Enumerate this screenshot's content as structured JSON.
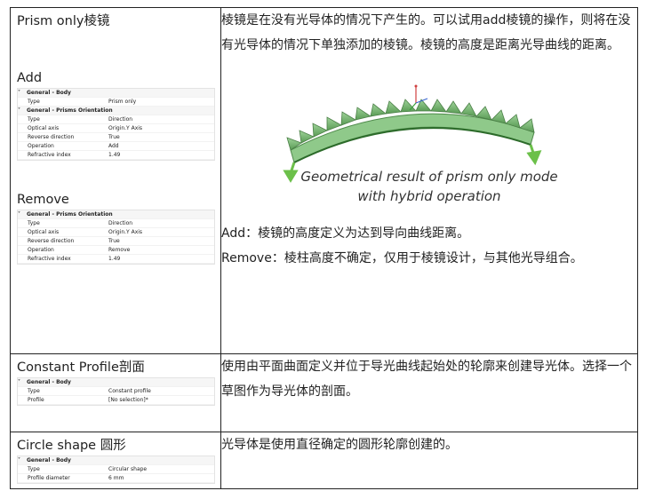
{
  "rows": [
    {
      "left_title": "Prism only棱镜",
      "right_paragraphs": [
        "棱镜是在没有光导体的情况下产生的。可以试用add棱镜的操作，则将在没有光导体的情况下单独添加的棱镜。棱镜的高度是距离光导曲线的距离。"
      ],
      "figure_caption_line1": "Geometrical result of prism only mode",
      "figure_caption_line2": "with hybrid operation",
      "right_after": [
        "Add：棱镜的高度定义为达到导向曲线距离。",
        "Remove：棱柱高度不确定，仅用于棱镜设计，与其他光导组合。"
      ],
      "sections": [
        {
          "label": "Add",
          "props": [
            {
              "group": "General - Body"
            },
            {
              "k": "Type",
              "v": "Prism only"
            },
            {
              "group": "General - Prisms Orientation"
            },
            {
              "k": "Type",
              "v": "Direction"
            },
            {
              "k": "Optical axis",
              "v": "Origin.Y Axis"
            },
            {
              "k": "Reverse direction",
              "v": "True"
            },
            {
              "k": "Operation",
              "v": "Add"
            },
            {
              "k": "Refractive index",
              "v": "1.49"
            }
          ]
        },
        {
          "label": "Remove",
          "props": [
            {
              "group": "General - Prisms Orientation"
            },
            {
              "k": "Type",
              "v": "Direction"
            },
            {
              "k": "Optical axis",
              "v": "Origin.Y Axis"
            },
            {
              "k": "Reverse direction",
              "v": "True"
            },
            {
              "k": "Operation",
              "v": "Remove"
            },
            {
              "k": "Refractive index",
              "v": "1.49"
            }
          ]
        }
      ]
    },
    {
      "left_title": "Constant Profile剖面",
      "right_paragraphs": [
        "使用由平面曲面定义并位于导光曲线起始处的轮廓来创建导光体。选择一个草图作为导光体的剖面。"
      ],
      "props": [
        {
          "group": "General - Body"
        },
        {
          "k": "Type",
          "v": "Constant profile"
        },
        {
          "k": "Profile",
          "v": "[No selection]*"
        }
      ]
    },
    {
      "left_title": "Circle shape 圆形",
      "right_paragraphs": [
        "光导体是使用直径确定的圆形轮廓创建的。"
      ],
      "props": [
        {
          "group": "General - Body"
        },
        {
          "k": "Type",
          "v": "Circular shape"
        },
        {
          "k": "Profile diameter",
          "v": "6 mm"
        }
      ]
    }
  ]
}
